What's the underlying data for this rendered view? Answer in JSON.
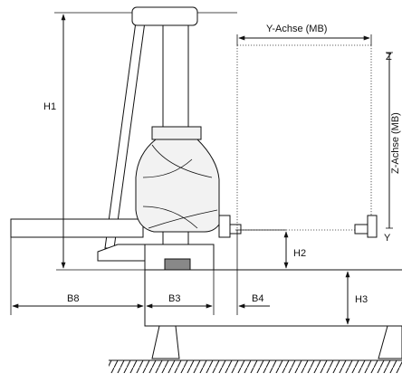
{
  "labels": {
    "h1": "H1",
    "h2": "H2",
    "h3": "H3",
    "b8": "B8",
    "b3": "B3",
    "b4": "B4",
    "y_axis": "Y-Achse (MB)",
    "z_axis": "Z-Achse (MB)",
    "z_marker": "Z",
    "y_marker": "Y"
  }
}
